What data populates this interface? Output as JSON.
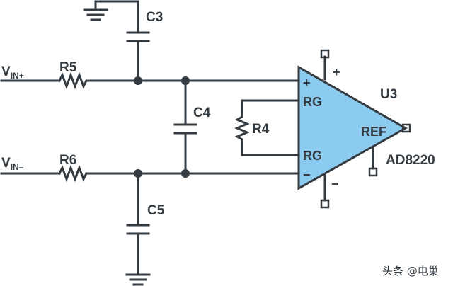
{
  "diagram": {
    "inputs": {
      "vin_plus": {
        "main": "V",
        "sub": "IN+"
      },
      "vin_minus": {
        "main": "V",
        "sub": "IN–"
      }
    },
    "components": {
      "r5": "R5",
      "r6": "R6",
      "r4": "R4",
      "c3": "C3",
      "c4": "C4",
      "c5": "C5"
    },
    "amplifier": {
      "designator": "U3",
      "part_number": "AD8220",
      "pin_plus": "+",
      "pin_minus": "−",
      "rg_top": "RG",
      "rg_bottom": "RG",
      "ref": "REF",
      "supply_plus": "+",
      "supply_minus": "−"
    },
    "colors": {
      "amp_fill": "#8ccbf0",
      "line": "#333a40"
    },
    "watermark": "头条 @电巢"
  }
}
